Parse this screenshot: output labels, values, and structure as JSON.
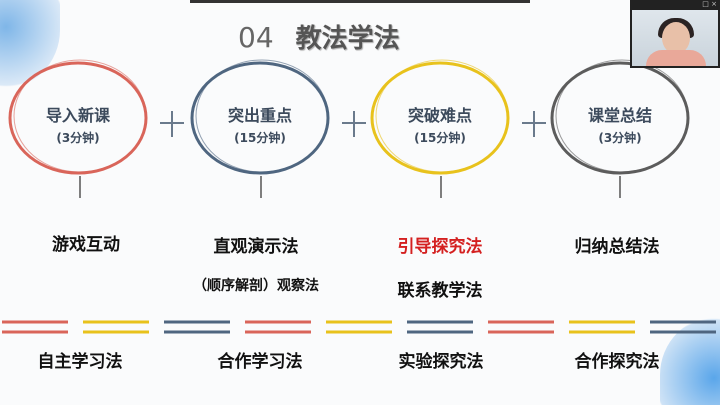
{
  "title": {
    "number": "04",
    "text": "教法学法"
  },
  "stages": [
    {
      "name": "导入新课",
      "time": "(3分钟)",
      "color": "#d9655a"
    },
    {
      "name": "突出重点",
      "time": "(15分钟)",
      "color": "#4f6680"
    },
    {
      "name": "突破难点",
      "time": "(15分钟)",
      "color": "#e8c21c"
    },
    {
      "name": "课堂总结",
      "time": "(3分钟)",
      "color": "#5c5c5c"
    }
  ],
  "teaching_methods": [
    [
      "游戏互动"
    ],
    [
      "直观演示法",
      "（顺序解剖）观察法"
    ],
    [
      "引导探究法",
      "联系教学法"
    ],
    [
      "归纳总结法"
    ]
  ],
  "learning_methods": [
    "自主学习法",
    "合作学习法",
    "实验探究法",
    "合作探究法"
  ],
  "highlight_color": "#d42020",
  "webcam": {
    "controls": "□ ×"
  }
}
